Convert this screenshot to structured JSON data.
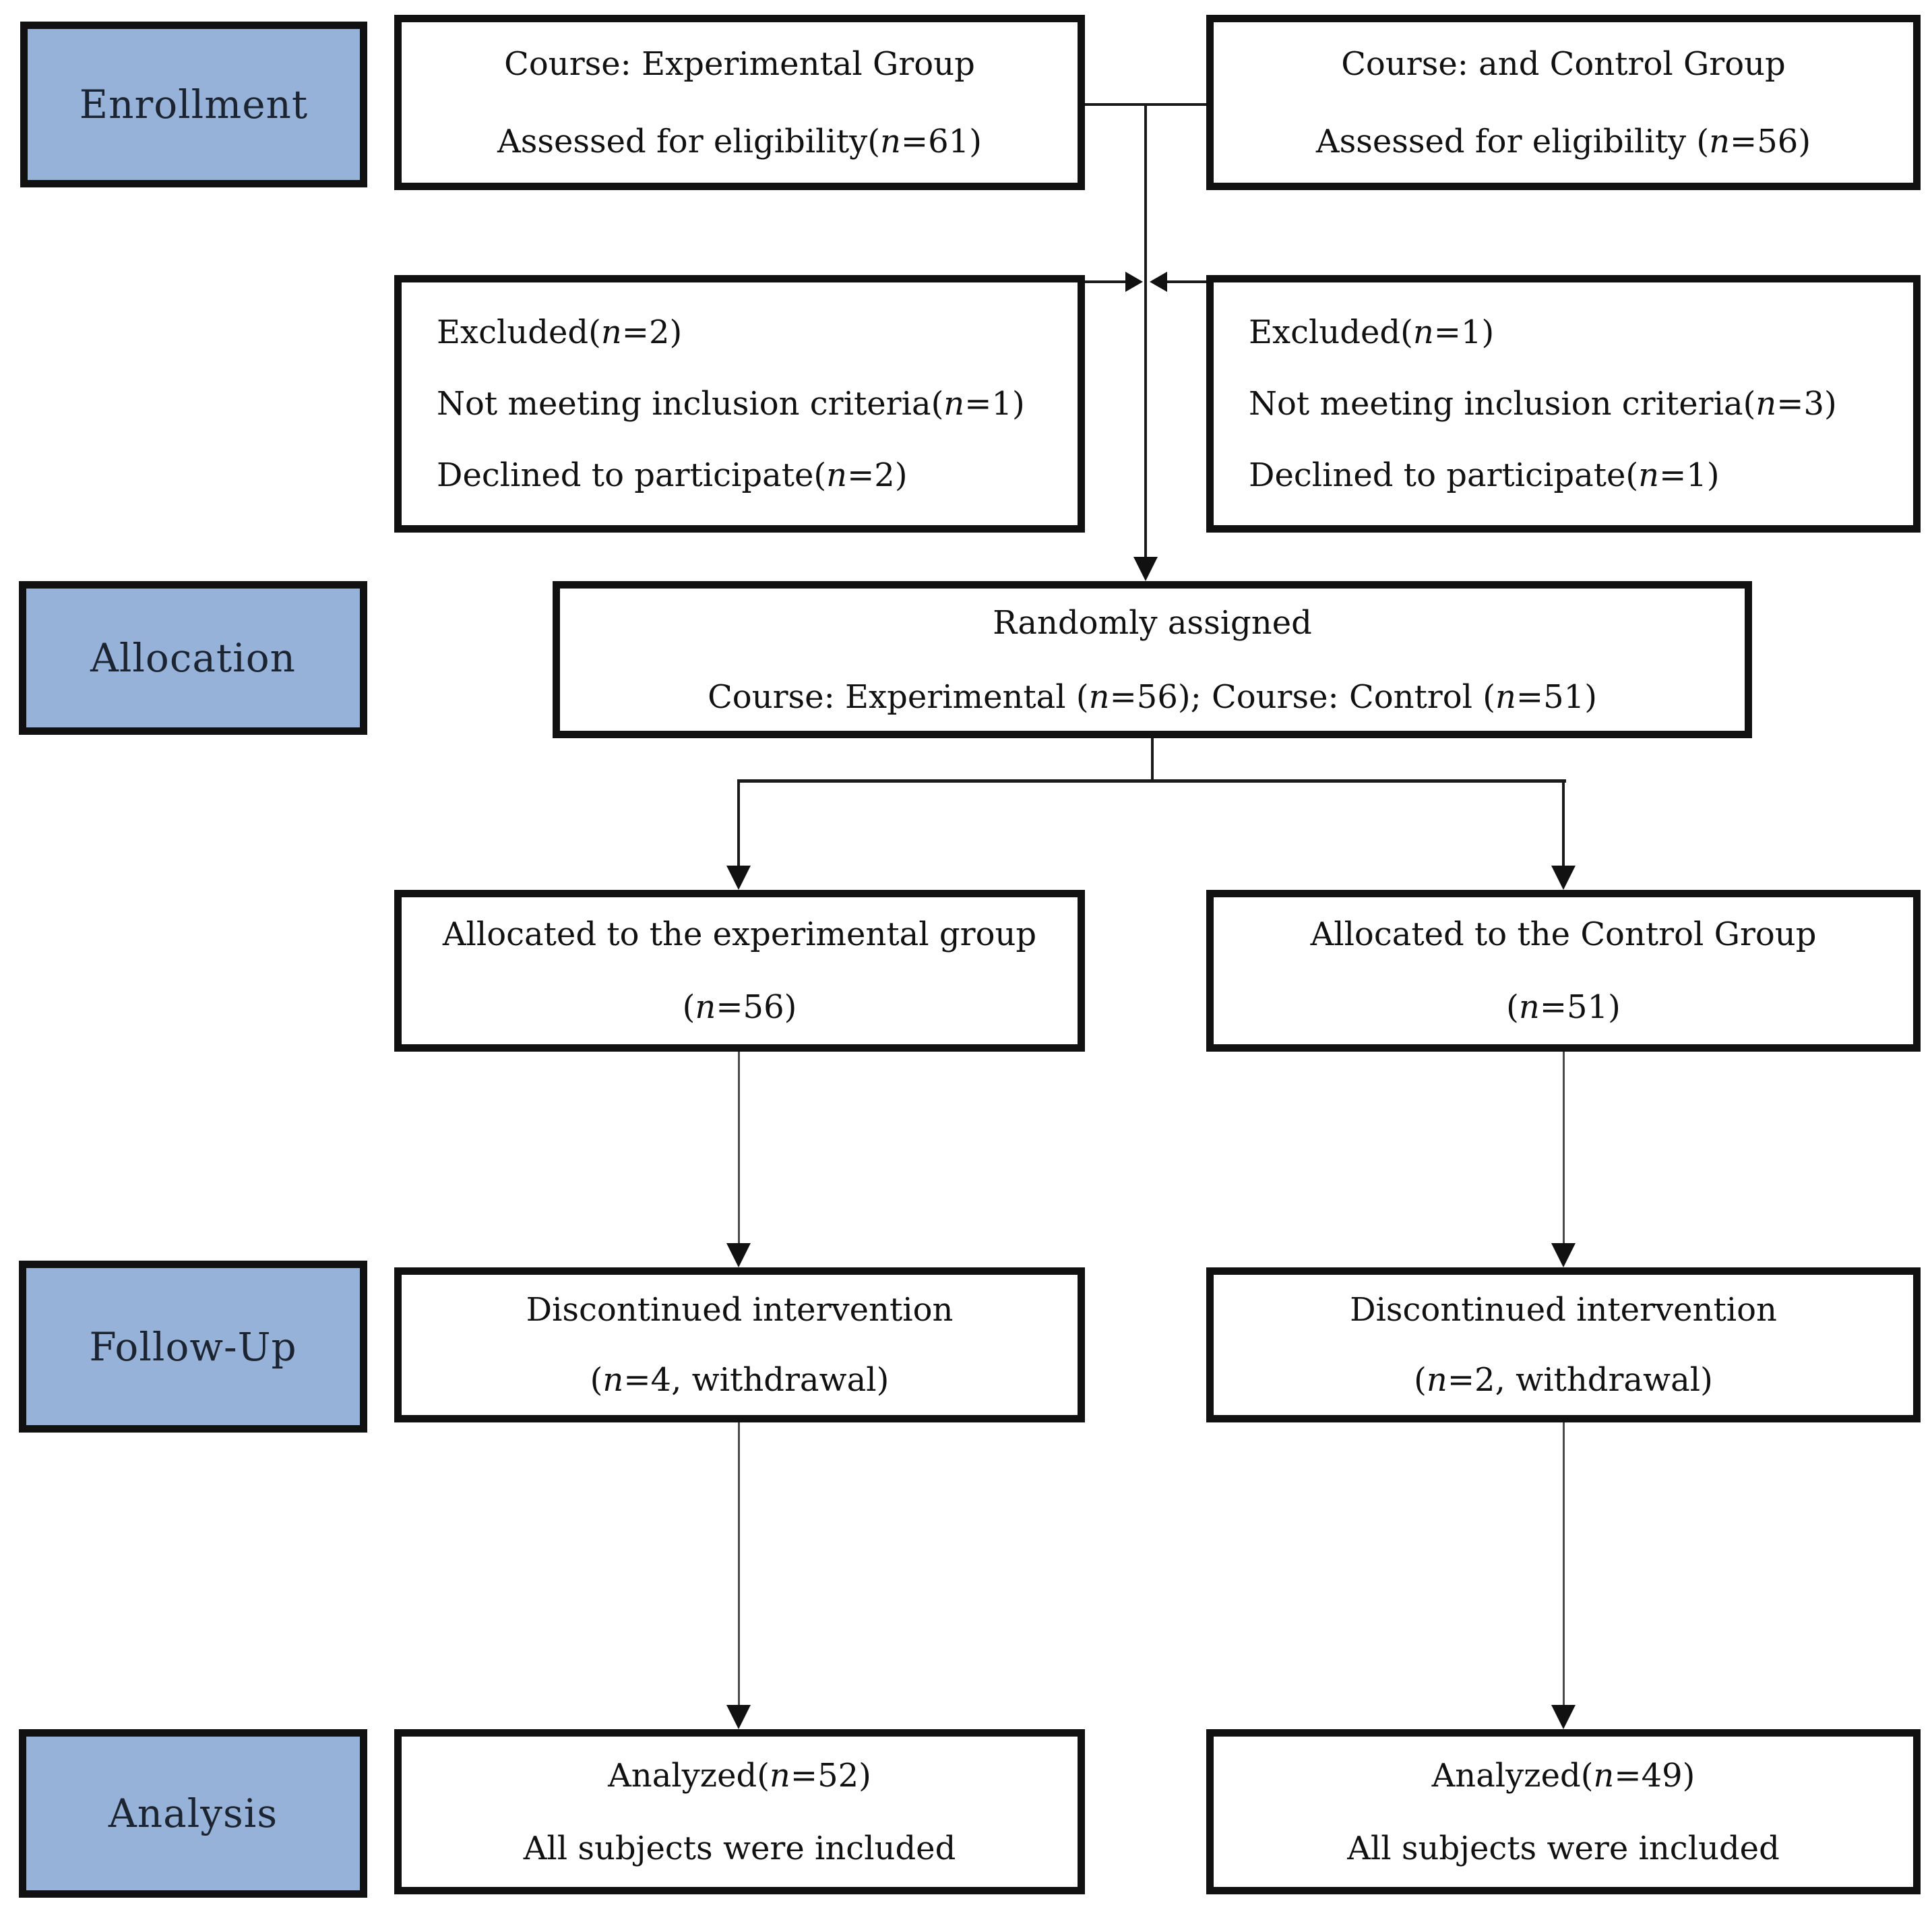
{
  "stages": [
    {
      "label": "Enrollment"
    },
    {
      "label": "Allocation"
    },
    {
      "label": "Follow-Up"
    },
    {
      "label": "Analysis"
    }
  ],
  "boxes": {
    "assessed_experimental": {
      "lines": [
        "Course: Experimental Group",
        "Assessed for eligibility(n=61)"
      ]
    },
    "assessed_control": {
      "lines": [
        "Course: and Control Group",
        "Assessed for eligibility (n=56)"
      ]
    },
    "excluded_experimental": {
      "lines": [
        "Excluded(n=2)",
        "Not meeting inclusion criteria(n=1)",
        "Declined to participate(n=2)"
      ]
    },
    "excluded_control": {
      "lines": [
        "Excluded(n=1)",
        "Not meeting inclusion criteria(n=3)",
        "Declined to participate(n=1)"
      ]
    },
    "randomly_assigned": {
      "lines": [
        "Randomly assigned",
        "Course: Experimental (n=56); Course: Control (n=51)"
      ]
    },
    "allocated_experimental": {
      "lines": [
        "Allocated to the experimental group",
        "(n=56)"
      ]
    },
    "allocated_control": {
      "lines": [
        "Allocated to the Control Group",
        "(n=51)"
      ]
    },
    "discontinued_experimental": {
      "lines": [
        "Discontinued intervention",
        "(n=4, withdrawal)"
      ]
    },
    "discontinued_control": {
      "lines": [
        "Discontinued intervention",
        "(n=2, withdrawal)"
      ]
    },
    "analyzed_experimental": {
      "lines": [
        "Analyzed(n=52)",
        "All subjects were included"
      ]
    },
    "analyzed_control": {
      "lines": [
        "Analyzed(n=49)",
        "All subjects were included"
      ]
    }
  },
  "colors": {
    "stage_fill": "#96B2D9",
    "border": "#111111",
    "text": "#111111",
    "background": "#ffffff"
  }
}
